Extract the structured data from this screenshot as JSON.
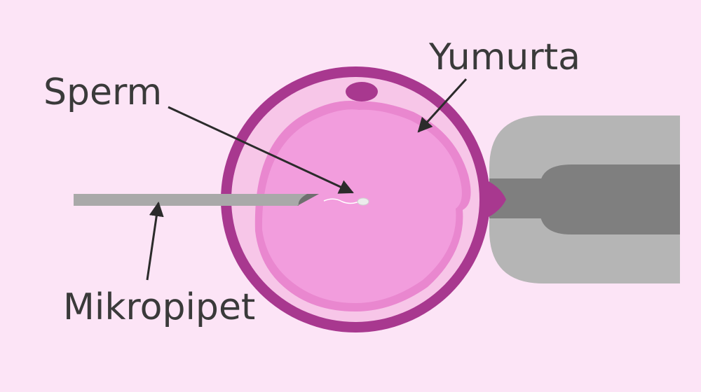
{
  "labels": {
    "sperm": "Sperm",
    "egg": "Yumurta",
    "micropipette": "Mikropipet"
  },
  "colors": {
    "background": "#fce4f6",
    "zona_pellucida": "#a8388f",
    "perivitelline": "#f7c6e8",
    "cytoplasm": "#f29ddd",
    "polar_body": "#a8388f",
    "holding_pipette_outer": "#b5b5b5",
    "holding_pipette_inner": "#7f7f7f",
    "micropipette": "#a9a9a9",
    "arrow": "#2b2b2b",
    "text": "#3a3a3a"
  }
}
